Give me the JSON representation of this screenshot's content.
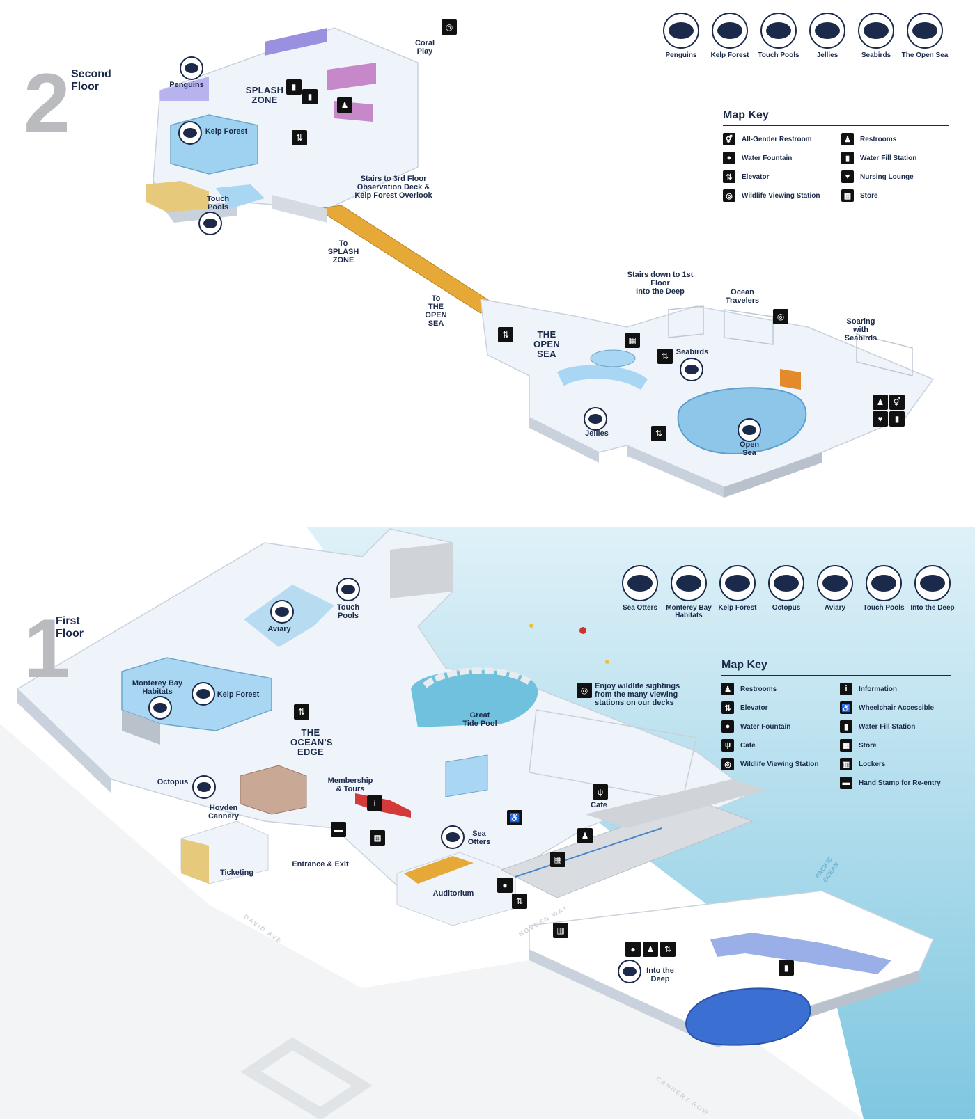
{
  "second_floor": {
    "number": "2",
    "title": "Second Floor",
    "exhibits": [
      {
        "name": "Penguins",
        "icon": "penguin-icon"
      },
      {
        "name": "Kelp Forest",
        "icon": "fish-icon"
      },
      {
        "name": "Touch Pools",
        "icon": "hermit-crab-icon"
      },
      {
        "name": "Jellies",
        "icon": "jellyfish-icon"
      },
      {
        "name": "Seabirds",
        "icon": "puffin-icon"
      },
      {
        "name": "The Open Sea",
        "icon": "hammerhead-icon"
      }
    ],
    "map_key": {
      "title": "Map Key",
      "items": [
        {
          "label": "All-Gender Restroom",
          "icon": "all-gender-restroom-icon"
        },
        {
          "label": "Restrooms",
          "icon": "restrooms-icon"
        },
        {
          "label": "Water Fountain",
          "icon": "water-fountain-icon"
        },
        {
          "label": "Water Fill Station",
          "icon": "water-fill-station-icon"
        },
        {
          "label": "Elevator",
          "icon": "elevator-icon"
        },
        {
          "label": "Nursing Lounge",
          "icon": "nursing-lounge-icon"
        },
        {
          "label": "Wildlife Viewing Station",
          "icon": "binoculars-icon"
        },
        {
          "label": "Store",
          "icon": "store-icon"
        }
      ]
    },
    "labels": {
      "coral_play": "Coral\nPlay",
      "penguins": "Penguins",
      "splash_zone": "SPLASH\nZONE",
      "kelp_forest": "Kelp Forest",
      "touch_pools": "Touch\nPools",
      "stairs_3rd": "Stairs to 3rd Floor\nObservation Deck &\nKelp Forest Overlook",
      "to_splash_zone": "To\nSPLASH\nZONE",
      "to_open_sea": "To\nTHE OPEN\nSEA",
      "the_open_sea": "THE\nOPEN\nSEA",
      "stairs_down": "Stairs down to 1st\nFloor\nInto the Deep",
      "ocean_travelers": "Ocean\nTravelers",
      "soaring_seabirds": "Soaring\nwith\nSeabirds",
      "seabirds": "Seabirds",
      "jellies": "Jellies",
      "open_sea": "Open\nSea"
    }
  },
  "first_floor": {
    "number": "1",
    "title": "First Floor",
    "exhibits": [
      {
        "name": "Sea Otters",
        "icon": "sea-otter-icon"
      },
      {
        "name": "Monterey Bay Habitats",
        "icon": "shark-icon"
      },
      {
        "name": "Kelp Forest",
        "icon": "fish-icon"
      },
      {
        "name": "Octopus",
        "icon": "octopus-icon"
      },
      {
        "name": "Aviary",
        "icon": "shorebird-icon"
      },
      {
        "name": "Touch Pools",
        "icon": "hermit-crab-icon"
      },
      {
        "name": "Into the Deep",
        "icon": "spider-crab-icon"
      }
    ],
    "map_key": {
      "title": "Map Key",
      "items": [
        {
          "label": "Restrooms",
          "icon": "restrooms-icon"
        },
        {
          "label": "Information",
          "icon": "information-icon"
        },
        {
          "label": "Elevator",
          "icon": "elevator-icon"
        },
        {
          "label": "Wheelchair Accessible",
          "icon": "wheelchair-icon"
        },
        {
          "label": "Water Fountain",
          "icon": "water-fountain-icon"
        },
        {
          "label": "Water Fill Station",
          "icon": "water-fill-station-icon"
        },
        {
          "label": "Cafe",
          "icon": "cafe-icon"
        },
        {
          "label": "Store",
          "icon": "store-icon"
        },
        {
          "label": "Wildlife Viewing Station",
          "icon": "binoculars-icon"
        },
        {
          "label": "Lockers",
          "icon": "lockers-icon"
        },
        {
          "label": "",
          "icon": ""
        },
        {
          "label": "Hand Stamp for Re-entry",
          "icon": "hand-stamp-icon"
        }
      ]
    },
    "labels": {
      "aviary": "Aviary",
      "touch_pools": "Touch\nPools",
      "monterey_bay_habitats": "Monterey Bay\nHabitats",
      "kelp_forest": "Kelp Forest",
      "oceans_edge": "THE\nOCEAN'S\nEDGE",
      "octopus": "Octopus",
      "hovden_cannery": "Hovden\nCannery",
      "membership_tours": "Membership\n& Tours",
      "ticketing": "Ticketing",
      "entrance_exit": "Entrance & Exit",
      "sea_otters": "Sea\nOtters",
      "auditorium": "Auditorium",
      "great_tide_pool": "Great\nTide Pool",
      "cafe": "Cafe",
      "viewing_note": "Enjoy wildlife sightings\nfrom the many viewing\nstations on our decks",
      "into_the_deep": "Into the\nDeep",
      "pacific_ocean": "PACIFIC\nOCEAN",
      "david_ave": "DAVID AVE",
      "hovden_way": "HOVDEN WAY",
      "cannery_row": "CANNERY ROW"
    }
  },
  "colors": {
    "navy": "#1b2a4a",
    "ocean": "#8fd0e6",
    "floor": "#eef4fa",
    "wall": "#d6dbe2",
    "gold": "#e6a937",
    "tank": "#a9d6f2",
    "purple": "#8b7fd6",
    "grey_number": "#b9bbbe"
  }
}
